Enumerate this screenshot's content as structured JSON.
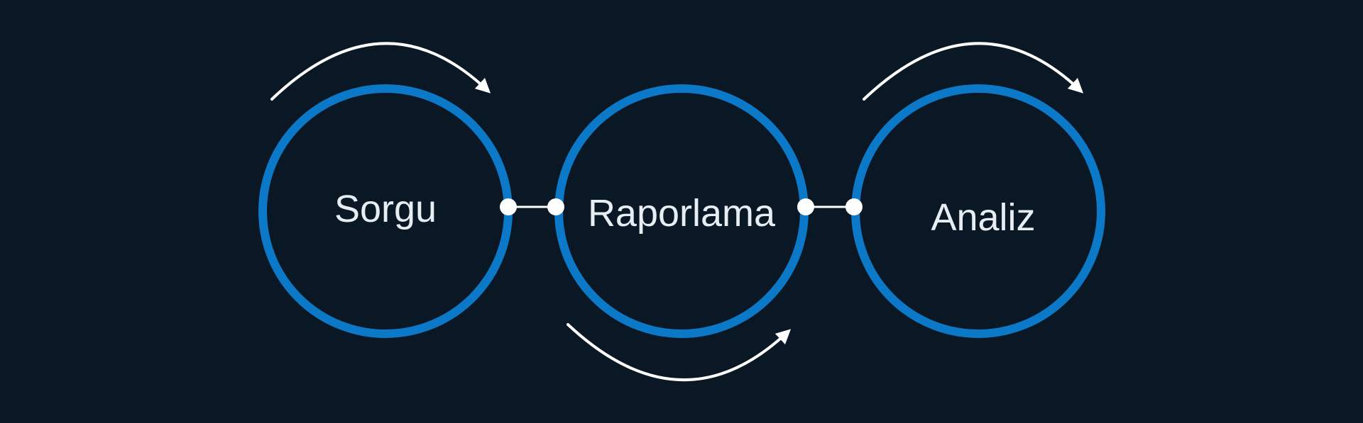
{
  "diagram": {
    "nodes": [
      {
        "label": "Sorgu"
      },
      {
        "label": "Raporlama"
      },
      {
        "label": "Analiz"
      }
    ],
    "colors": {
      "background": "#0a1724",
      "ring": "#0b79c8",
      "arrow": "#ffffff",
      "connector": "#ffffff",
      "text": "#e6edf3"
    }
  }
}
